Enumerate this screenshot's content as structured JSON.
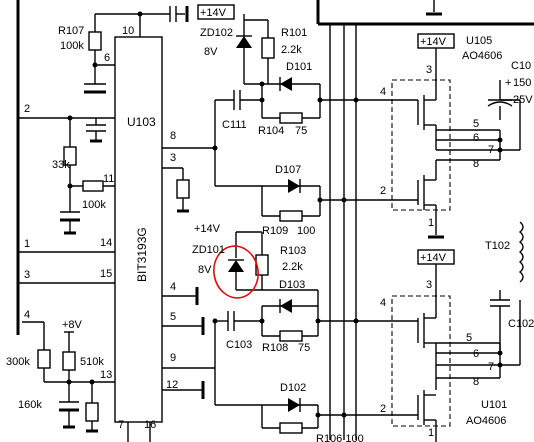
{
  "ic": {
    "ref": "U103",
    "part": "BIT3193G",
    "pins": {
      "p10": "10",
      "p6": "6",
      "p2": "2",
      "p11": "11",
      "p8": "8",
      "p3": "3",
      "p1": "1",
      "p14": "14",
      "p3b": "3",
      "p15": "15",
      "p4": "4",
      "p5": "5",
      "p9": "9",
      "p12": "12",
      "p13": "13",
      "p7": "7",
      "p16": "16"
    }
  },
  "components": {
    "r107": "R107",
    "r107_val": "100k",
    "r33k": "33k",
    "r100k": "100k",
    "r300k": "300k",
    "r510k": "510k",
    "r160k": "160k",
    "plus8v": "+8V",
    "zd102": "ZD102",
    "zd102_val": "8V",
    "plus14v_top": "+14V",
    "r101": "R101",
    "r101_val": "2.2k",
    "d101": "D101",
    "c111": "C111",
    "r104": "R104",
    "r104_val": "75",
    "d107": "D107",
    "r109": "R109",
    "r109_val": "100",
    "plus14v_mid": "+14V",
    "zd101": "ZD101",
    "zd101_val": "8V",
    "r103": "R103",
    "r103_val": "2.2k",
    "d103": "D103",
    "c103": "C103",
    "r108": "R108",
    "r108_val": "75",
    "d102": "D102",
    "r106": "R106 100",
    "u105": "U105",
    "u105_part": "AO4606",
    "u101": "U101",
    "u101_part": "AO4606",
    "plus14v_u105": "+14V",
    "plus14v_u101": "+14V",
    "t102": "T102",
    "c10x": "C10",
    "c10x_val1": "150",
    "c10x_val2": "25V",
    "c10x_plus": "+",
    "c102": "C102"
  },
  "mosfet_pins": {
    "u105": {
      "p3": "3",
      "p4": "4",
      "p2": "2",
      "p5": "5",
      "p6": "6",
      "p7": "7",
      "p8": "8",
      "p1": "1"
    },
    "u101": {
      "p3": "3",
      "p4": "4",
      "p2": "2",
      "p5": "5",
      "p6": "6",
      "p7": "7",
      "p8": "8",
      "p1": "1"
    }
  },
  "net_labels": {
    "n2": "2",
    "n1": "1",
    "n3": "3",
    "n4": "4"
  },
  "colors": {
    "ink": "#000000",
    "highlight": "#e01010",
    "background": "#ffffff"
  }
}
